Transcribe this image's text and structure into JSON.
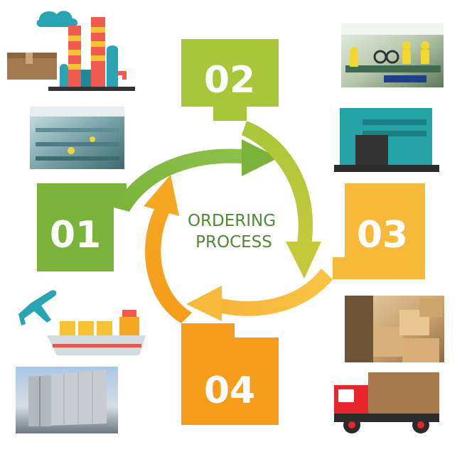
{
  "center": {
    "line1": "ORDERING",
    "line2": "PROCESS"
  },
  "steps": [
    {
      "number": "01",
      "color": "#7bb33a"
    },
    {
      "number": "02",
      "color": "#a9c63a"
    },
    {
      "number": "03",
      "color": "#f7b93a"
    },
    {
      "number": "04",
      "color": "#f59c1b"
    }
  ],
  "icons": [
    "factory-icon",
    "box-icon",
    "factory-floor-photo",
    "assembly-line-photo",
    "warehouse-icon",
    "boxes-photo",
    "delivery-truck-icon",
    "airplane-icon",
    "cargo-ship-icon",
    "shipping-container-photo"
  ]
}
